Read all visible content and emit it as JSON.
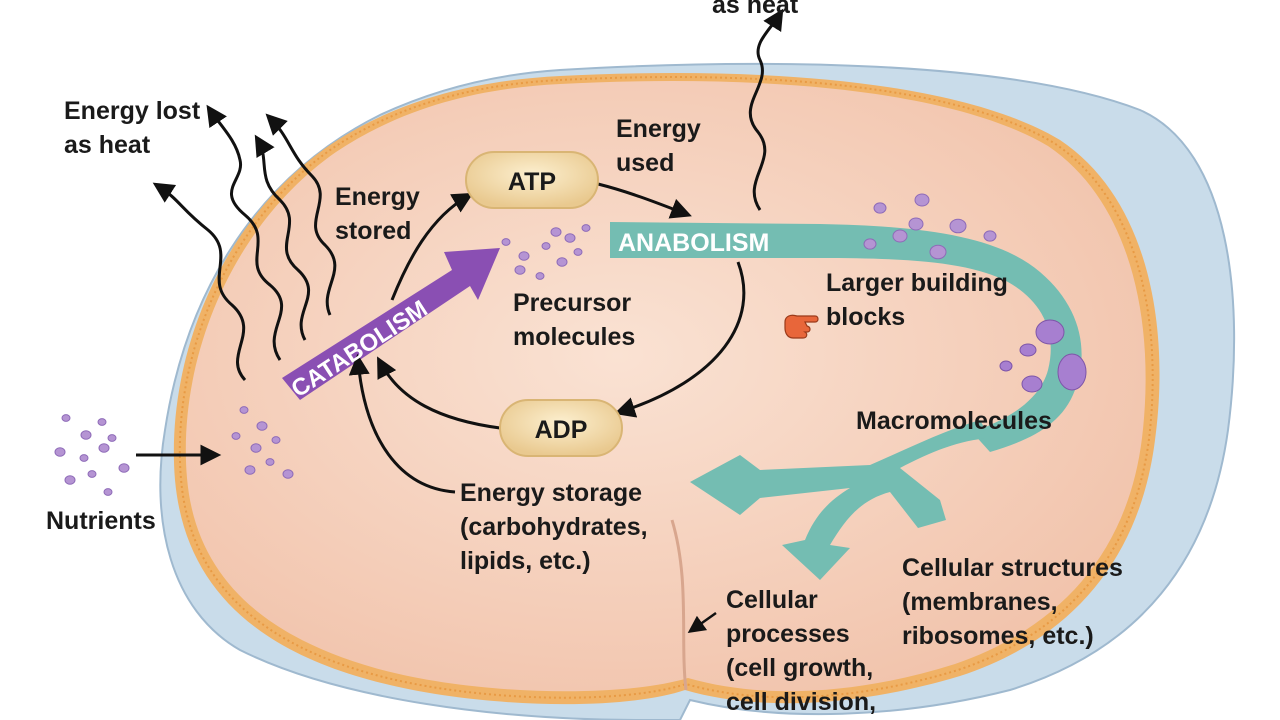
{
  "labels": {
    "top_heat": "as heat",
    "energy_lost": [
      "Energy lost",
      "as heat"
    ],
    "energy_stored": [
      "Energy",
      "stored"
    ],
    "energy_used": [
      "Energy",
      "used"
    ],
    "atp": "ATP",
    "adp": "ADP",
    "catabolism": "CATABOLISM",
    "anabolism": "ANABOLISM",
    "precursor": [
      "Precursor",
      "molecules"
    ],
    "building_blocks": [
      "Larger building",
      "blocks"
    ],
    "macromolecules": "Macromolecules",
    "nutrients": "Nutrients",
    "energy_storage": [
      "Energy storage",
      "(carbohydrates,",
      "lipids, etc.)"
    ],
    "cellular_structures": [
      "Cellular structures",
      "(membranes,",
      "ribosomes, etc.)"
    ],
    "cellular_processes": [
      "Cellular",
      "processes",
      "(cell growth,",
      "cell division,"
    ]
  },
  "colors": {
    "cytoplasm": "#f6d2bf",
    "membrane": "#f0b266",
    "wall": "#c9dcea",
    "catabolism": "#8a4fb3",
    "anabolism": "#74bdb2",
    "molecules": "#b594d3",
    "pill": "#f4dcae",
    "pointer": "#e8663a"
  },
  "icons": {
    "pointer": "pointing-hand-icon"
  }
}
